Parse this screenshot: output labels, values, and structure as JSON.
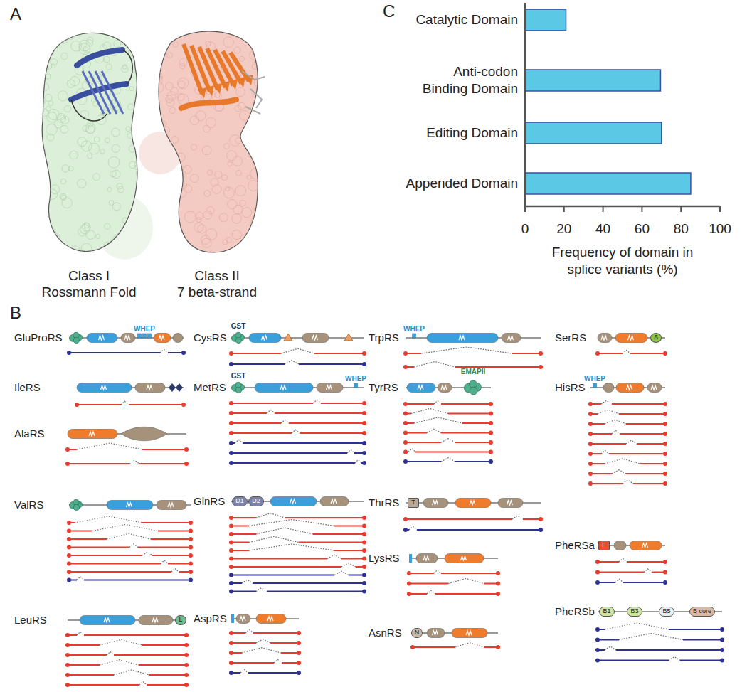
{
  "diagram": {
    "nodes": [
      {
        "text": [
          "WHEP"
        ]
      },
      {
        "text": [
          "L"
        ]
      },
      {
        "text": [
          "GST"
        ]
      },
      {
        "text": [
          "GST"
        ]
      },
      {
        "text": [
          "WHEP"
        ]
      },
      {
        "text": [
          "D1"
        ]
      },
      {
        "text": [
          "D2"
        ]
      },
      {
        "text": [
          "WHEP"
        ]
      },
      {
        "text": [
          "EMAPII"
        ]
      },
      {
        "text": [
          "T"
        ]
      },
      {
        "text": [
          "N"
        ]
      },
      {
        "text": [
          "S"
        ]
      },
      {
        "text": [
          "WHEP"
        ]
      },
      {
        "text": [
          "F"
        ]
      },
      {
        "text": [
          "B1"
        ]
      },
      {
        "text": [
          "B3"
        ]
      },
      {
        "text": [
          "B5"
        ]
      },
      {
        "text": [
          "B core"
        ]
      }
    ],
    "labels": [
      "A",
      "Class I",
      "Rossmann Fold",
      "Class II",
      "7 beta-strand",
      "C",
      "Catalytic Domain",
      "Anti-codon Binding Domain",
      "Editing Domain",
      "Appended Domain",
      "0",
      "20",
      "40",
      "60",
      "80",
      "100",
      "Frequency of domain in splice variants (%)",
      "B",
      "GluProRS",
      "IleRS",
      "AlaRS",
      "ValRS",
      "LeuRS",
      "CysRS",
      "MetRS",
      "GlnRS",
      "AspRS",
      "TrpRS",
      "TyrRS",
      "ThrRS",
      "LysRS",
      "AsnRS",
      "SerRS",
      "HisRS",
      "PheRSa",
      "PheRSb"
    ]
  }
}
